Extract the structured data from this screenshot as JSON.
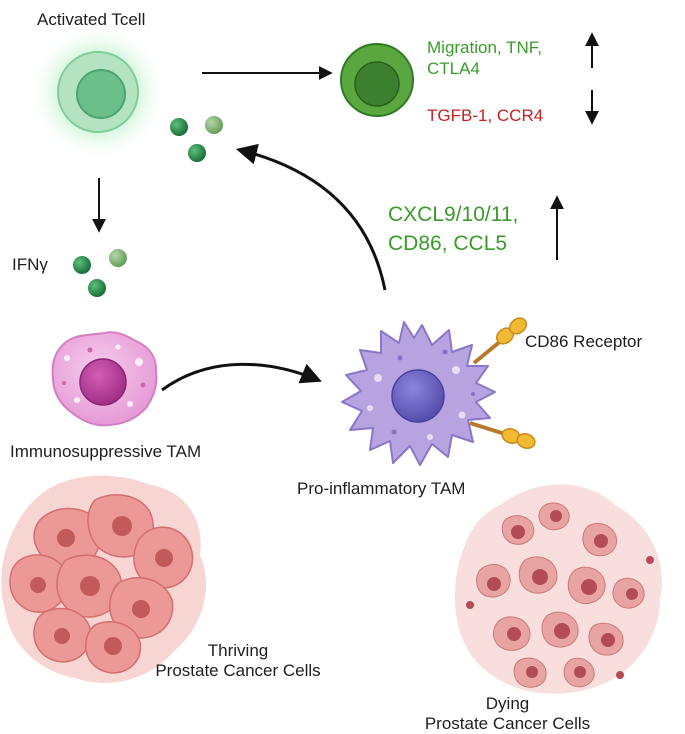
{
  "labels": {
    "activated_tcell": "Activated Tcell",
    "ifn_gamma": "IFNγ",
    "immunosuppressive_tam": "Immunosuppressive TAM",
    "pro_inflammatory_tam": "Pro-inflammatory TAM",
    "cd86_receptor": "CD86 Receptor",
    "thriving_line1": "Thriving",
    "thriving_line2": "Prostate Cancer Cells",
    "dying_line1": "Dying",
    "dying_line2": "Prostate Cancer Cells"
  },
  "upregulated": {
    "line1": "Migration, TNF,",
    "line2": "CTLA4"
  },
  "downregulated": {
    "line1": "TGFB-1, CCR4"
  },
  "chemokines": {
    "line1": "CXCL9/10/11,",
    "line2": "CD86, CCL5"
  },
  "colors": {
    "green_text": "#3a9b2a",
    "red_text": "#c42121",
    "tcell_green": "#4c9a3a",
    "tam_purple": "#a48fd0",
    "tam_nucleus": "#6a62c0",
    "macrophage_pink": "#f0b3e0",
    "cancer_red": "#e48a88"
  }
}
